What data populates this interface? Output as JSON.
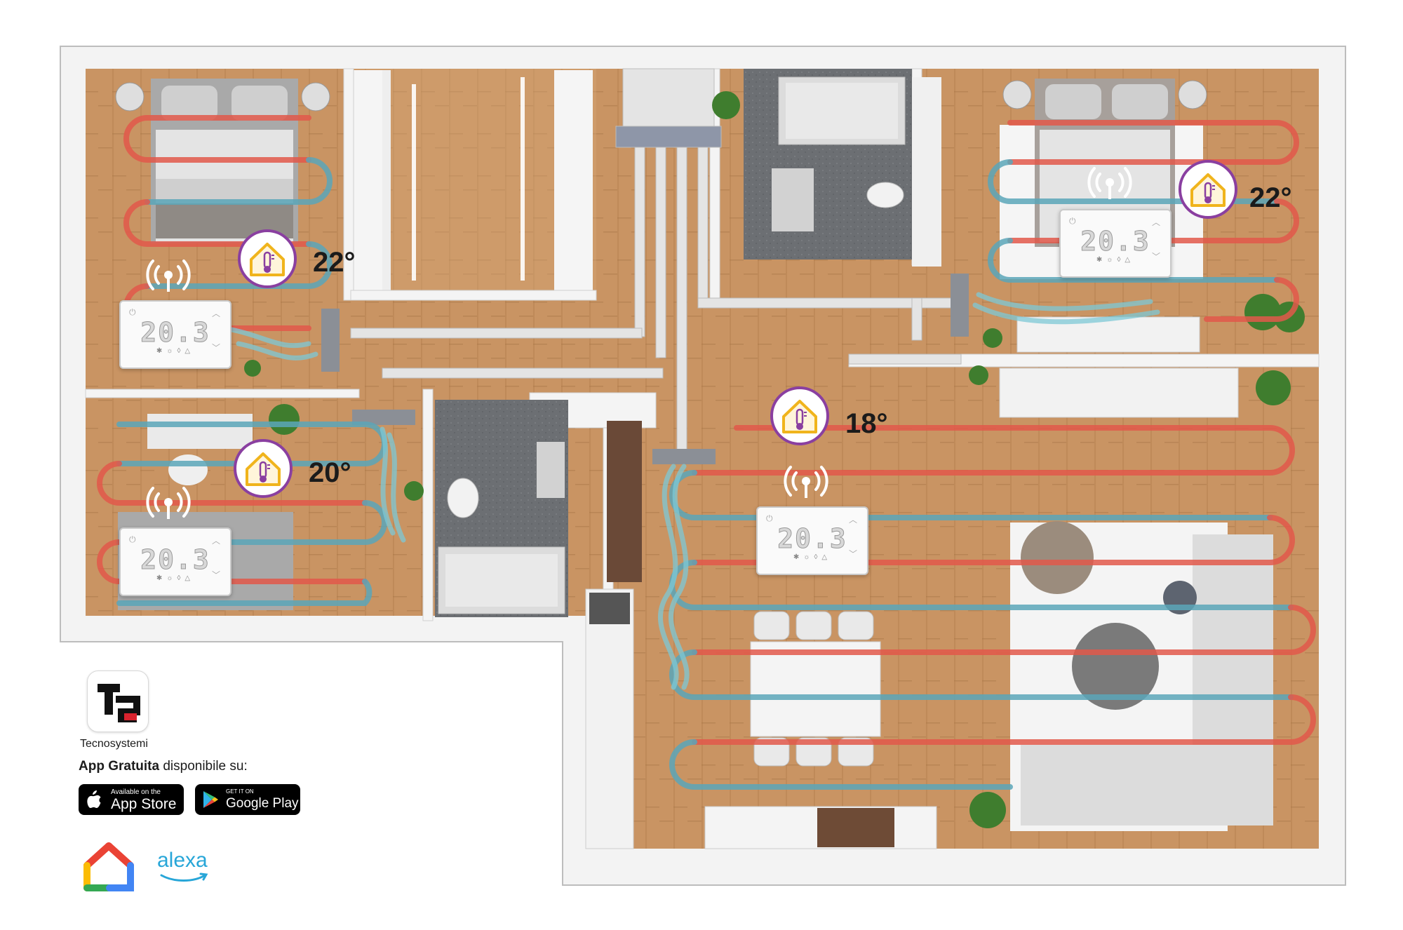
{
  "rooms": [
    {
      "id": "bedroom-1",
      "temperature": "22°",
      "thermostat_display": "20.3"
    },
    {
      "id": "bedroom-2",
      "temperature": "20°",
      "thermostat_display": "20.3"
    },
    {
      "id": "living-area",
      "temperature": "18°",
      "thermostat_display": "20.3"
    },
    {
      "id": "bedroom-3",
      "temperature": "22°",
      "thermostat_display": "20.3"
    }
  ],
  "brand": {
    "name": "Tecnosystemi",
    "app_text_bold": "App Gratuita",
    "app_text_rest": " disponibile su:"
  },
  "stores": {
    "appstore_small": "Available on the",
    "appstore_big": "App Store",
    "googleplay_small": "GET IT ON",
    "googleplay_big": "Google Play"
  },
  "assistants": {
    "alexa": "alexa"
  },
  "icons": [
    "home-thermometer-icon",
    "wifi-signal-icon",
    "power-icon",
    "apple-icon",
    "google-play-icon",
    "google-home-icon",
    "alexa-logo"
  ],
  "colors": {
    "floor": "#c9935f",
    "accent_purple": "#8a3fa0",
    "accent_gold": "#f0b41c",
    "heat_red": "#e2584a",
    "cool_blue": "#5aa6b8"
  }
}
